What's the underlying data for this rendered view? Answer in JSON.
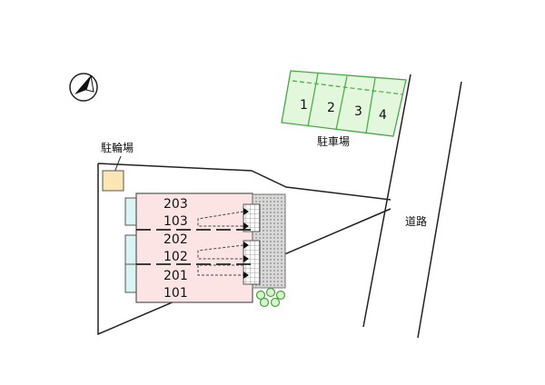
{
  "labels": {
    "bicycle_parking": "駐輪場",
    "car_parking": "駐車場",
    "road": "道路"
  },
  "parking_spaces": [
    "1",
    "2",
    "3",
    "4"
  ],
  "units": [
    "203",
    "103",
    "202",
    "102",
    "201",
    "101"
  ],
  "colors": {
    "building_fill": "#fde4e4",
    "parking_fill": "#e2f7dc",
    "parking_stroke": "#44aa44",
    "bike_fill": "#fbe6b4",
    "balcony_fill": "#d9f4f2",
    "tree": "#6bbf59"
  },
  "icons": [
    "compass-icon",
    "tree-icon"
  ]
}
